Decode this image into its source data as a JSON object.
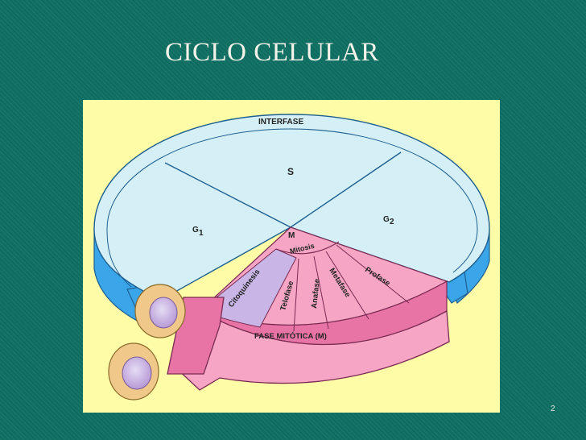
{
  "slide": {
    "title": "CICLO CELULAR",
    "page_number": "2"
  },
  "diagram": {
    "labels": {
      "interphase": "INTERFASE",
      "s": "S",
      "g1_letter": "G",
      "g1_sub": "1",
      "g2_letter": "G",
      "g2_sub": "2",
      "m": "M",
      "mitosis": "Mitosis",
      "profase": "Profase",
      "metafase": "Metafase",
      "anafase": "Anafase",
      "telofase": "Telofase",
      "citoquinesis": "Citoquinesis",
      "mitotic_phase": "FASE MITÓTICA (M)"
    },
    "colors": {
      "background": "#fffca8",
      "interphase_fill": "#d4f0f6",
      "interphase_side": "#3aa5e8",
      "mitotic_fill": "#f6a6c4",
      "mitotic_side": "#e874a6",
      "cytokinesis_fill": "#c9b5e6",
      "cell_membrane": "#f0c98a",
      "cell_nucleus": "#c2a8dc"
    }
  }
}
